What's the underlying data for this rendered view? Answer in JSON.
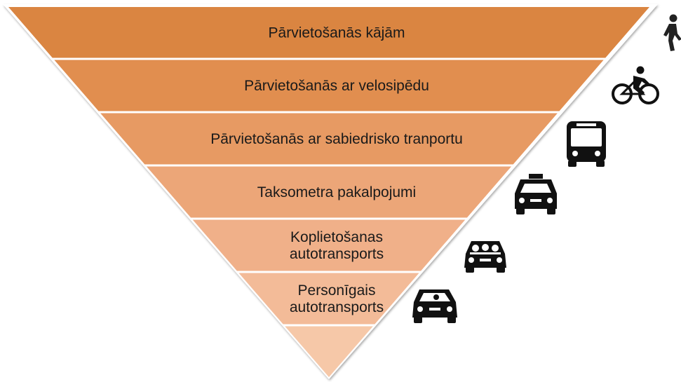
{
  "diagram": {
    "levels": [
      {
        "lines": [
          "Pārvietošanās kājām"
        ],
        "fill": "#DA8541",
        "icon": "pedestrian-icon"
      },
      {
        "lines": [
          "Pārvietošanās ar velosipēdu"
        ],
        "fill": "#E18E4F",
        "icon": "bicycle-icon"
      },
      {
        "lines": [
          "Pārvietošanās ar sabiedrisko tranportu"
        ],
        "fill": "#E79A63",
        "icon": "bus-icon"
      },
      {
        "lines": [
          "Taksometra pakalpojumi"
        ],
        "fill": "#ECA678",
        "icon": "taxi-icon"
      },
      {
        "lines": [
          "Koplietošanas",
          "autotransports"
        ],
        "fill": "#F0B089",
        "icon": "shared-car-icon"
      },
      {
        "lines": [
          "Personīgais",
          "autotransports"
        ],
        "fill": "#F3BB98",
        "icon": "personal-car-icon"
      },
      {
        "lines": [],
        "fill": "#F6C8A8",
        "icon": ""
      }
    ]
  }
}
